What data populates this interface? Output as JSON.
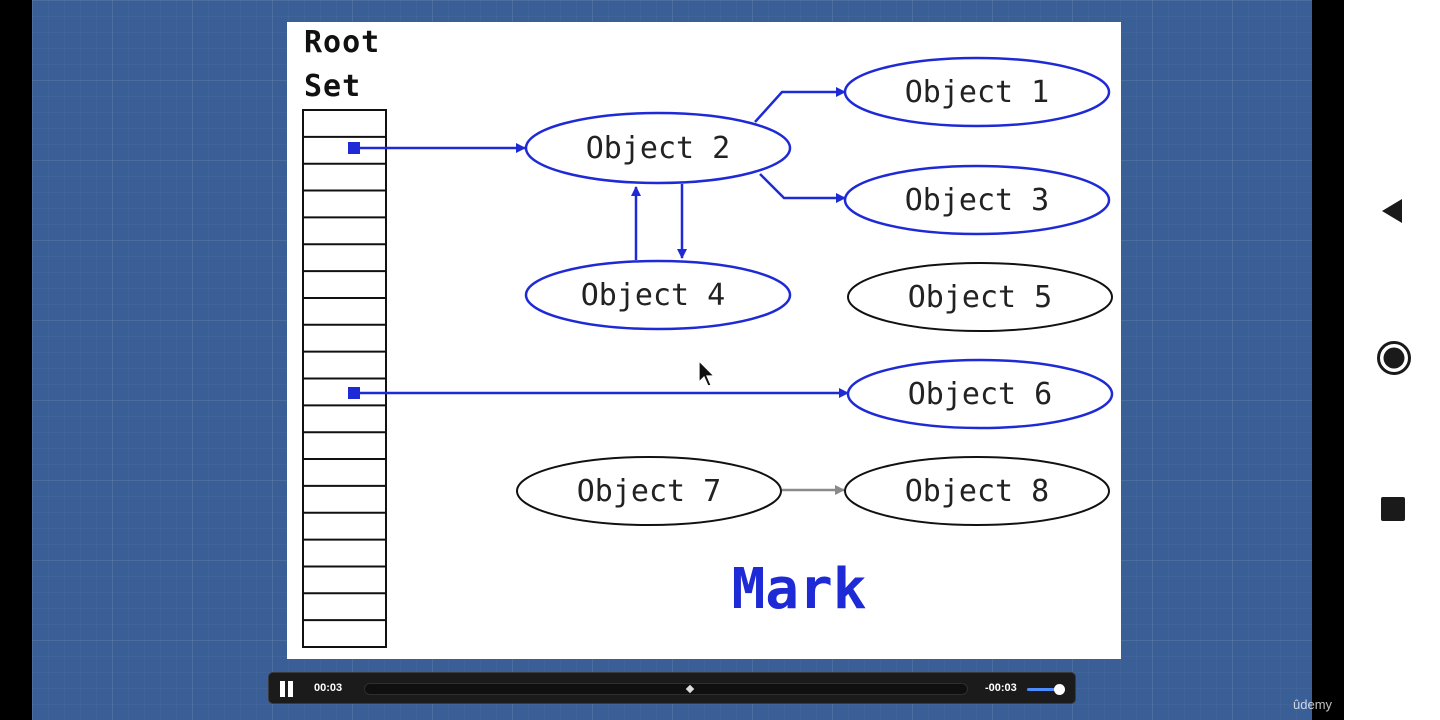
{
  "slide": {
    "root_set_line1": "Root",
    "root_set_line2": "Set",
    "objects": [
      "Object 1",
      "Object 2",
      "Object 3",
      "Object 4",
      "Object 5",
      "Object 6",
      "Object 7",
      "Object 8"
    ],
    "phase_label": "Mark",
    "colors": {
      "marked": "#1e2ad6",
      "unmarked": "#111111",
      "weak_arrow": "#8a8a8a"
    }
  },
  "player": {
    "current_time": "00:03",
    "remaining_time": "-00:03",
    "progress": 0.54,
    "volume": 0.95,
    "watermark": "ûdemy"
  },
  "nav": {
    "icons": [
      "back-icon",
      "home-icon",
      "recents-icon"
    ]
  }
}
